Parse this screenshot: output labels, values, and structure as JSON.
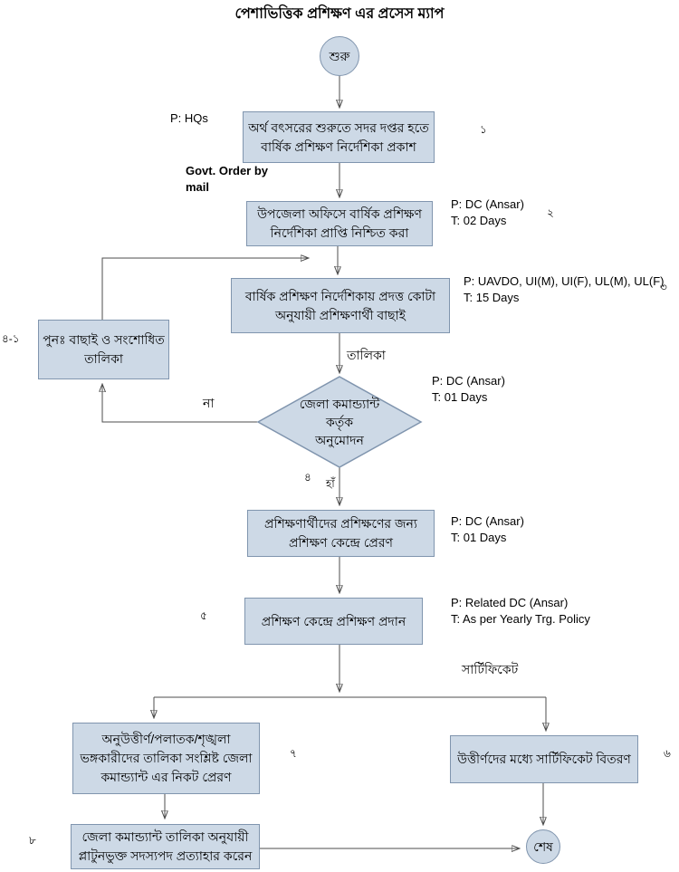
{
  "title": "পেশাভিত্তিক প্রশিক্ষণ এর প্রসেস ম্যাপ",
  "colors": {
    "node_fill": "#cdd9e6",
    "node_border": "#8095ae",
    "connector": "#4d4d4d",
    "arrowhead": "#000000",
    "background": "#ffffff"
  },
  "nodes": {
    "start": {
      "label": "শুরু"
    },
    "step1": {
      "label": "অর্থ বৎসরের শুরুতে সদর দপ্তর হতে\nবার্ষিক প্রশিক্ষণ নির্দেশিকা প্রকাশ"
    },
    "step2": {
      "label": "উপজেলা অফিসে বার্ষিক প্রশিক্ষণ\nনির্দেশিকা প্রাপ্তি নিশ্চিত করা"
    },
    "step3": {
      "label": "বার্ষিক প্রশিক্ষণ নির্দেশিকায় প্রদত্ত কোটা\nঅনুযায়ী প্রশিক্ষণার্থী বাছাই"
    },
    "rework": {
      "label": "পুনঃ  বাছাই ও সংশোধিত\nতালিকা"
    },
    "decision": {
      "label": "জেলা কমান্ড্যান্ট\nকর্তৃক\nঅনুমোদন"
    },
    "step4": {
      "label": "প্রশিক্ষণার্থীদের প্রশিক্ষণের জন্য\nপ্রশিক্ষণ কেন্দ্রে প্রেরণ"
    },
    "step5": {
      "label": "প্রশিক্ষণ কেন্দ্রে প্রশিক্ষণ প্রদান"
    },
    "step7": {
      "label": "অনুউত্তীর্ণ/পলাতক/শৃঙ্খলা\nভঙ্গকারীদের তালিকা সংশ্লিষ্ট  জেলা\nকমান্ড্যান্ট এর নিকট প্রেরণ"
    },
    "step6": {
      "label": "উত্তীর্ণদের মধ্যে সার্টিফিকেট বিতরণ"
    },
    "step8": {
      "label": "জেলা কমান্ড্যান্ট তালিকা অনুযায়ী\nপ্লাটুনভুক্ত সদস্যপদ প্রত্যাহার করেন"
    },
    "end": {
      "label": "শেষ"
    }
  },
  "annotations": {
    "p_hqs": "P: HQs",
    "govt_order": "Govt. Order by\nmail",
    "pt_step2": "P: DC (Ansar)\nT: 02 Days",
    "pt_step3": "P: UAVDO, UI(M), UI(F), UL(M), UL(F)\nT: 15 Days",
    "pt_decision": "P: DC (Ansar)\nT: 01 Days",
    "pt_step4": "P: DC (Ansar)\nT: 01 Days",
    "pt_step5": "P: Related DC (Ansar)\nT: As per Yearly Trg. Policy",
    "talika": "তালিকা",
    "certificate": "সার্টিফিকেট",
    "no": "না",
    "yes": "হাঁ",
    "num1": "১",
    "num2": "২",
    "num3": "৩",
    "num4": "৪",
    "num4_1": "৪-১",
    "num5": "৫",
    "num6": "৬",
    "num7": "৭",
    "num8": "৮"
  }
}
